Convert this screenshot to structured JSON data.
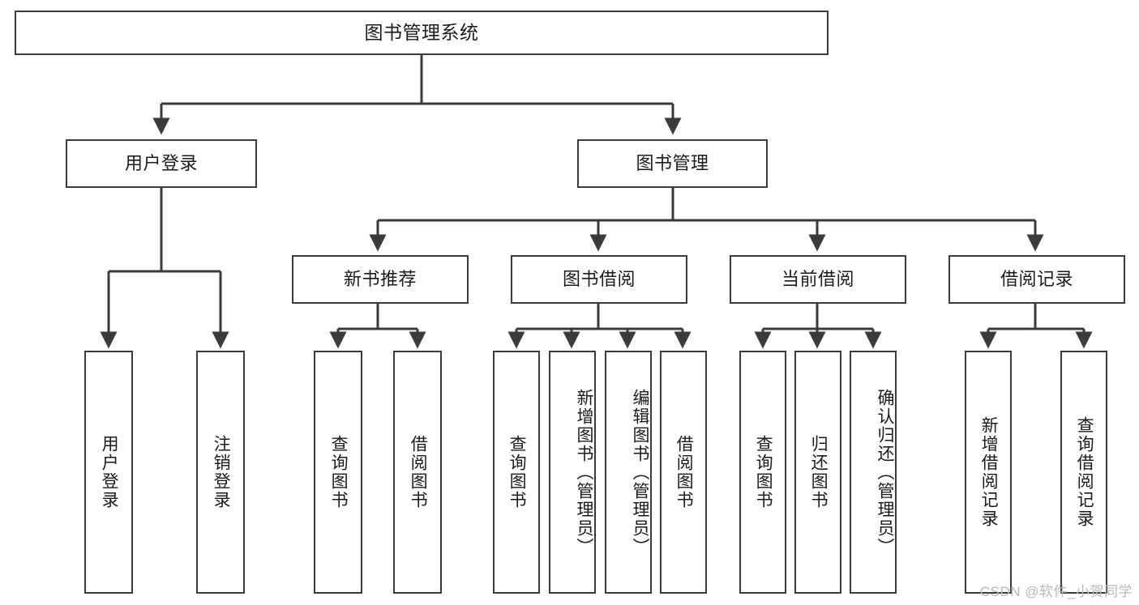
{
  "diagram": {
    "title": "图书管理系统",
    "type": "tree-hierarchy",
    "watermark": "CSDN @软件_小贺同学",
    "colors": {
      "stroke": "#3b3b3b",
      "fill": "#ffffff",
      "text": "#1b1b1b",
      "watermark": "#b9b9b9"
    },
    "levels": {
      "root": {
        "label": "图书管理系统"
      },
      "level2": [
        {
          "id": "user-login",
          "label": "用户登录"
        },
        {
          "id": "book-manage",
          "label": "图书管理"
        }
      ],
      "level3": [
        {
          "id": "new-book-rec",
          "label": "新书推荐"
        },
        {
          "id": "book-borrow",
          "label": "图书借阅"
        },
        {
          "id": "current-borrow",
          "label": "当前借阅"
        },
        {
          "id": "borrow-record",
          "label": "借阅记录"
        }
      ],
      "leaves": {
        "user_login": [
          {
            "id": "leaf-user-login",
            "label": "用户登录"
          },
          {
            "id": "leaf-logout",
            "label": "注销登录"
          }
        ],
        "new_book_rec": [
          {
            "id": "leaf-query-book-1",
            "label": "查询图书"
          },
          {
            "id": "leaf-borrow-book-1",
            "label": "借阅图书"
          }
        ],
        "book_borrow": [
          {
            "id": "leaf-query-book-2",
            "label": "查询图书"
          },
          {
            "id": "leaf-add-book",
            "label": "新增图书（管理员）"
          },
          {
            "id": "leaf-edit-book",
            "label": "编辑图书（管理员）"
          },
          {
            "id": "leaf-borrow-book-2",
            "label": "借阅图书"
          }
        ],
        "current_borrow": [
          {
            "id": "leaf-query-book-3",
            "label": "查询图书"
          },
          {
            "id": "leaf-return-book",
            "label": "归还图书"
          },
          {
            "id": "leaf-confirm-return",
            "label": "确认归还（管理员）"
          }
        ],
        "borrow_record": [
          {
            "id": "leaf-add-record",
            "label": "新增借阅记录"
          },
          {
            "id": "leaf-query-record",
            "label": "查询借阅记录"
          }
        ]
      }
    }
  }
}
